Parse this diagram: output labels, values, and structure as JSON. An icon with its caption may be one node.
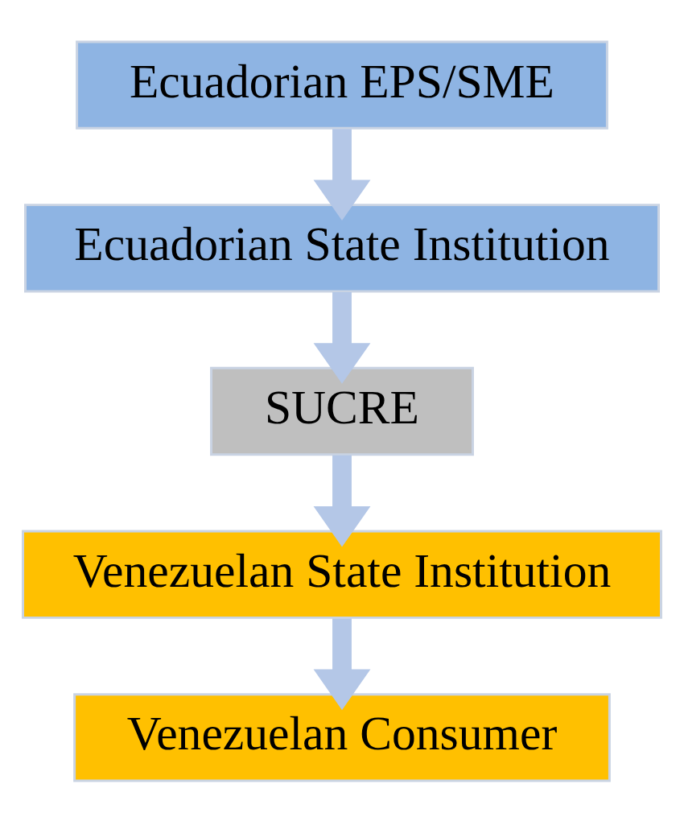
{
  "diagram": {
    "nodes": [
      {
        "text": [
          "Ecuadorian EPS/SME"
        ]
      },
      {
        "text": [
          "Ecuadorian State Institution"
        ]
      },
      {
        "text": [
          "SUCRE"
        ]
      },
      {
        "text": [
          "Venezuelan State Institution"
        ]
      },
      {
        "text": [
          "Venezuelan Consumer"
        ]
      }
    ],
    "edges": [
      {
        "from": 0,
        "to": 1,
        "arrow": "to"
      },
      {
        "from": 1,
        "to": 2,
        "arrow": "to"
      },
      {
        "from": 2,
        "to": 3,
        "arrow": "to"
      },
      {
        "from": 3,
        "to": 4,
        "arrow": "to"
      }
    ]
  }
}
